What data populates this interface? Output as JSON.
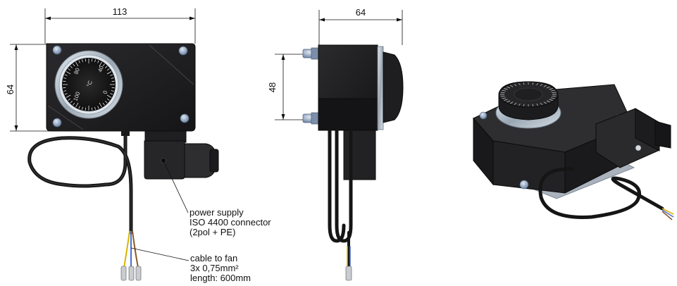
{
  "dimensions": {
    "front_width": "113",
    "front_height": "64",
    "side_width": "64",
    "side_mount_height": "48"
  },
  "dial_scale": [
    "80",
    "40",
    "0",
    "100"
  ],
  "dial_unit": "°C",
  "callouts": {
    "power_supply": [
      "power supply",
      "ISO 4400 connector",
      "(2pol + PE)"
    ],
    "cable": [
      "cable to fan",
      "3x 0,75mm²",
      "length: 600mm"
    ]
  },
  "colors": {
    "housing": "#1c1c1e",
    "housing_edge": "#3a3a3c",
    "bezel": "#b9c3cc",
    "screw": "#8fa3bf",
    "wire_yellow": "#d9b400",
    "wire_blue": "#4a6fd1",
    "wire_brown": "#8a5a2b"
  }
}
